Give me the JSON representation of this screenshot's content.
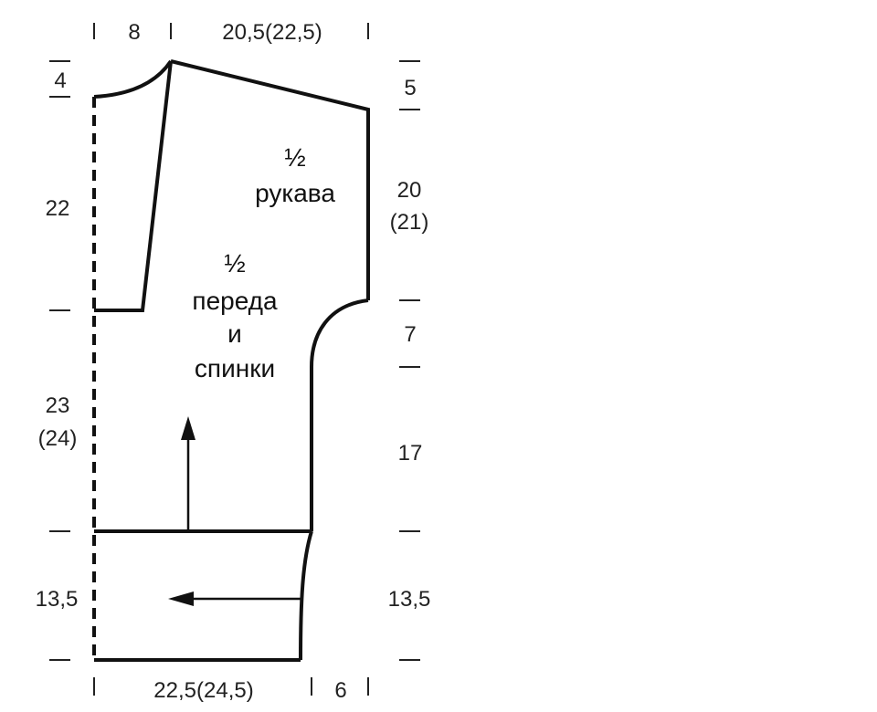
{
  "labels": {
    "sleeve_half": "½",
    "sleeve": "рукава",
    "body_half": "½",
    "body_line1": "переда",
    "body_line2": "и",
    "body_line3": "спинки"
  },
  "dimensions": {
    "top_neck": "8",
    "top_sleeve": "20,5(22,5)",
    "left_shoulder_drop": "4",
    "left_neck_depth": "22",
    "left_body_a": "23",
    "left_body_b": "(24)",
    "left_rib": "13,5",
    "right_shoulder_drop": "5",
    "right_cuff_a": "20",
    "right_cuff_b": "(21)",
    "right_underarm": "7",
    "right_side": "17",
    "right_rib": "13,5",
    "bottom_width": "22,5(24,5)",
    "bottom_side": "6"
  }
}
